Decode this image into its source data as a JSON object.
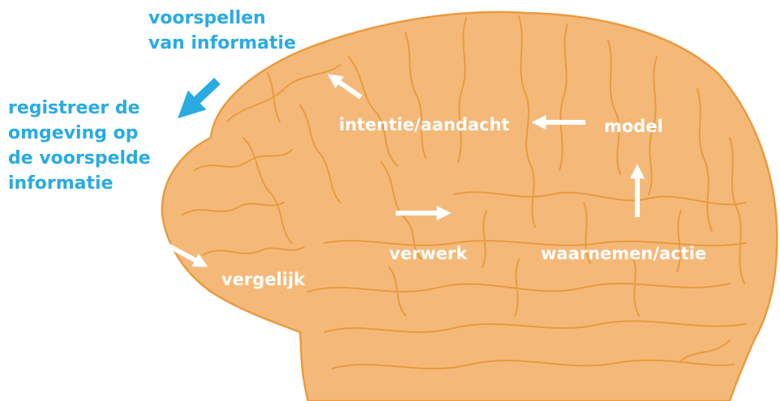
{
  "colors": {
    "brain_fill": "#f4b979",
    "brain_outline": "#ea9a3e",
    "accent_blue": "#29abe2",
    "arrow_white": "#ffffff"
  },
  "labels": {
    "predict": "voorspellen\nvan informatie",
    "register": "registreer de\nomgeving op\nde voorspelde\ninformatie",
    "intention": "intentie/aandacht",
    "model": "model",
    "process": "verwerk",
    "compare": "vergelijk",
    "perceive": "waarnemen/actie"
  },
  "icons": {
    "register_arrow": "arrow-down-left-icon",
    "intention_arrow": "arrow-up-left-icon",
    "model_arrow": "arrow-left-icon",
    "perceive_arrow": "arrow-up-icon",
    "process_arrow": "arrow-right-icon",
    "compare_arrow": "arrow-down-right-icon"
  }
}
